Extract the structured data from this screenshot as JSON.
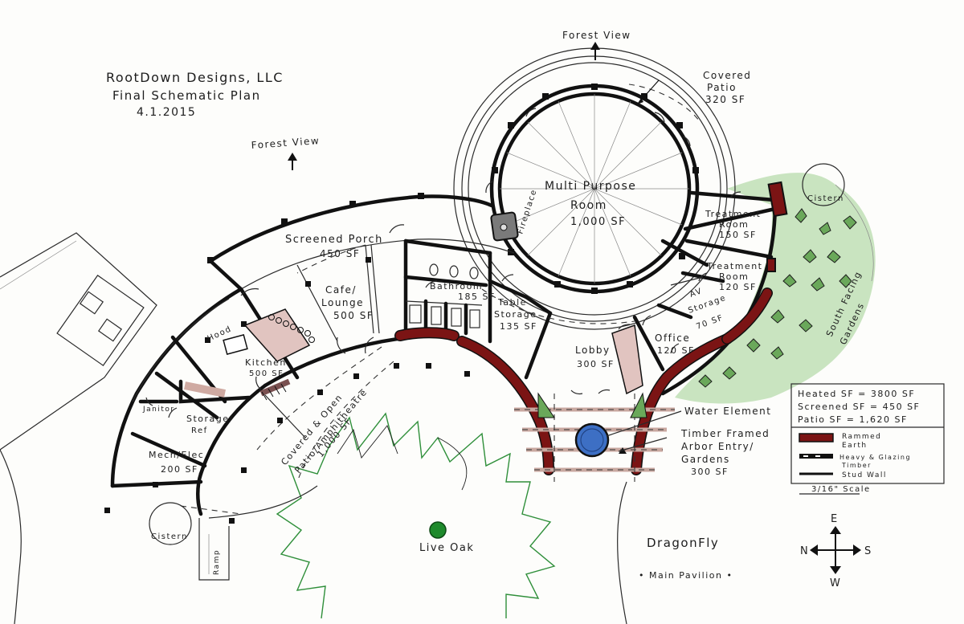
{
  "title_block": {
    "company": "RootDown Designs, LLC",
    "plan": "Final Schematic Plan",
    "date": "4.1.2015"
  },
  "orientation": {
    "forest_view_top": "Forest View",
    "forest_view_left": "Forest View"
  },
  "rooms": {
    "multipurpose": {
      "name": "Multi Purpose",
      "name2": "Room",
      "area": "1,000 SF"
    },
    "covered_patio": {
      "name": "Covered",
      "name2": "Patio",
      "area": "320 SF"
    },
    "fireplace": "Fireplace",
    "treatment1": {
      "name": "Treatment",
      "name2": "Room",
      "area": "150 SF"
    },
    "treatment2": {
      "name": "Treatment",
      "name2": "Room",
      "area": "120 SF"
    },
    "av_storage": {
      "name": "AV",
      "name2": "Storage",
      "area": "70 SF"
    },
    "office": {
      "name": "Office",
      "area": "120 SF"
    },
    "lobby": {
      "name": "Lobby",
      "area": "300 SF"
    },
    "table_storage": {
      "name": "Table",
      "name2": "Storage",
      "area": "135 SF"
    },
    "bathroom": {
      "name": "Bathroom",
      "area": "185 SF"
    },
    "screened_porch": {
      "name": "Screened Porch",
      "area": "450 SF"
    },
    "cafe": {
      "name": "Cafe/",
      "name2": "Lounge",
      "area": "500 SF"
    },
    "kitchen": {
      "name": "Kitchen",
      "area": "500 SF"
    },
    "hood": "Hood",
    "janitor": "Janitor",
    "storage_ref": {
      "name": "Storage/",
      "name2": "Ref"
    },
    "mech_elec": {
      "name": "Mech/Elec",
      "area": "200 SF"
    },
    "patio_amph": {
      "name": "Covered & Open",
      "name2": "Patio/Amphitheatre",
      "area": "1,000 SF"
    },
    "cistern_left": "Cistern",
    "cistern_right": "Cistern",
    "ramp": "Ramp",
    "live_oak": "Live Oak",
    "south_gardens": {
      "name": "South Facing",
      "name2": "Gardens"
    }
  },
  "annotations": {
    "water_element": "Water Element",
    "arbor": [
      "Timber Framed",
      "Arbor Entry/",
      "Gardens",
      "300 SF"
    ]
  },
  "summary": {
    "heated": "Heated SF = 3800 SF",
    "screened": "Screened SF = 450 SF",
    "patio": "Patio SF = 1,620 SF"
  },
  "legend": {
    "rammed_earth": [
      "Rammed",
      "Earth"
    ],
    "heavy_timber": [
      "Heavy & Glazing",
      "Timber"
    ],
    "stud_wall": "Stud Wall",
    "scale": "3/16\" Scale",
    "colors": {
      "rammed_earth": "#7b1414",
      "garden": "#8bc57a",
      "water": "#3d6fc4",
      "oak": "#1e8a2c"
    }
  },
  "project": {
    "name": "DragonFly",
    "subtitle": "• Main Pavilion •"
  },
  "compass": {
    "n": "N",
    "e": "E",
    "s": "S",
    "w": "W"
  }
}
